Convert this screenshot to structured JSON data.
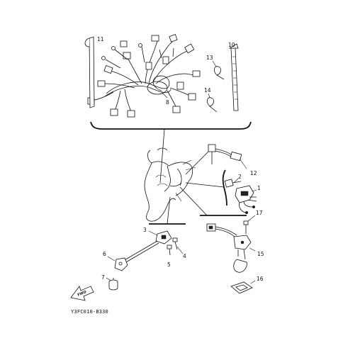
{
  "callouts": [
    {
      "id": "11",
      "label": "11"
    },
    {
      "id": "10",
      "label": "10"
    },
    {
      "id": "13",
      "label": "13"
    },
    {
      "id": "14",
      "label": "14"
    },
    {
      "id": "8",
      "label": "8"
    },
    {
      "id": "12",
      "label": "12"
    },
    {
      "id": "2",
      "label": "2"
    },
    {
      "id": "1",
      "label": "1"
    },
    {
      "id": "17",
      "label": "17"
    },
    {
      "id": "15",
      "label": "15"
    },
    {
      "id": "16",
      "label": "16"
    },
    {
      "id": "3",
      "label": "3"
    },
    {
      "id": "4",
      "label": "4"
    },
    {
      "id": "5a",
      "label": "5"
    },
    {
      "id": "5b",
      "label": "5"
    },
    {
      "id": "6",
      "label": "6"
    },
    {
      "id": "7",
      "label": "7"
    }
  ],
  "fwd_label": "FWD",
  "drawing_code": "Y3FC010-B330"
}
